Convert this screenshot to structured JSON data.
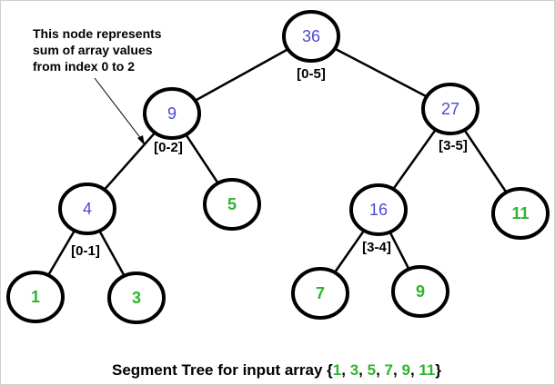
{
  "annotation": {
    "lines": [
      "This node represents",
      "sum of array values",
      "from index 0 to 2"
    ]
  },
  "nodes": [
    {
      "id": "n36",
      "value": "36",
      "range": "[0-5]",
      "kind": "internal"
    },
    {
      "id": "n9",
      "value": "9",
      "range": "[0-2]",
      "kind": "internal"
    },
    {
      "id": "n27",
      "value": "27",
      "range": "[3-5]",
      "kind": "internal"
    },
    {
      "id": "n4",
      "value": "4",
      "range": "[0-1]",
      "kind": "internal"
    },
    {
      "id": "n5",
      "value": "5",
      "range": "",
      "kind": "leaf"
    },
    {
      "id": "n16",
      "value": "16",
      "range": "[3-4]",
      "kind": "internal"
    },
    {
      "id": "n11",
      "value": "11",
      "range": "",
      "kind": "leaf"
    },
    {
      "id": "n1",
      "value": "1",
      "range": "",
      "kind": "leaf"
    },
    {
      "id": "n3",
      "value": "3",
      "range": "",
      "kind": "leaf"
    },
    {
      "id": "n7",
      "value": "7",
      "range": "",
      "kind": "leaf"
    },
    {
      "id": "n9b",
      "value": "9",
      "range": "",
      "kind": "leaf"
    }
  ],
  "edges": [
    [
      "n36",
      "n9"
    ],
    [
      "n36",
      "n27"
    ],
    [
      "n9",
      "n4"
    ],
    [
      "n9",
      "n5"
    ],
    [
      "n27",
      "n16"
    ],
    [
      "n27",
      "n11"
    ],
    [
      "n4",
      "n1"
    ],
    [
      "n4",
      "n3"
    ],
    [
      "n16",
      "n7"
    ],
    [
      "n16",
      "n9b"
    ]
  ],
  "caption": {
    "prefix": "Segment Tree for input array {",
    "items": [
      "1",
      "3",
      "5",
      "7",
      "9",
      "11"
    ],
    "separator": ", ",
    "suffix": "}"
  },
  "colors": {
    "internal_value": "#4a4acf",
    "leaf_value": "#2db52d",
    "outline": "#000000"
  }
}
